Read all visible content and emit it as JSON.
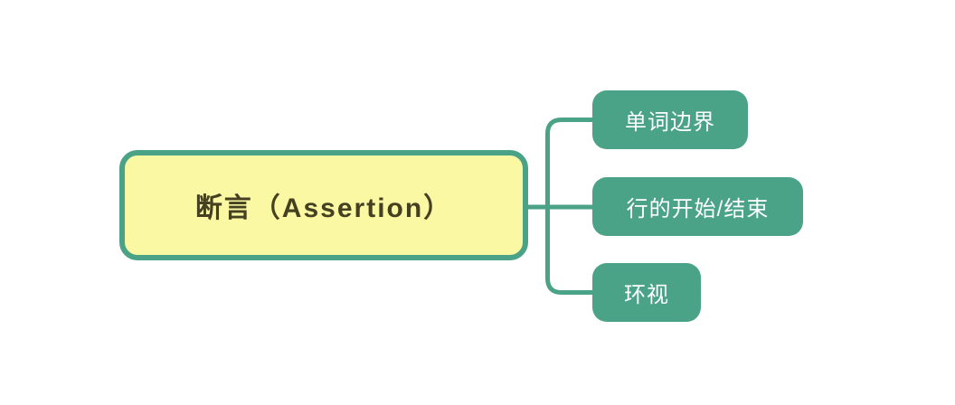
{
  "mindmap": {
    "root": {
      "label": "断言（Assertion）"
    },
    "children": [
      {
        "label": "单词边界"
      },
      {
        "label": "行的开始/结束"
      },
      {
        "label": "环视"
      }
    ]
  },
  "colors": {
    "node-green": "#4aa287",
    "root-fill": "#faf8a2",
    "root-text": "#454022",
    "child-text": "#ffffff",
    "canvas-bg": "#ffffff"
  }
}
